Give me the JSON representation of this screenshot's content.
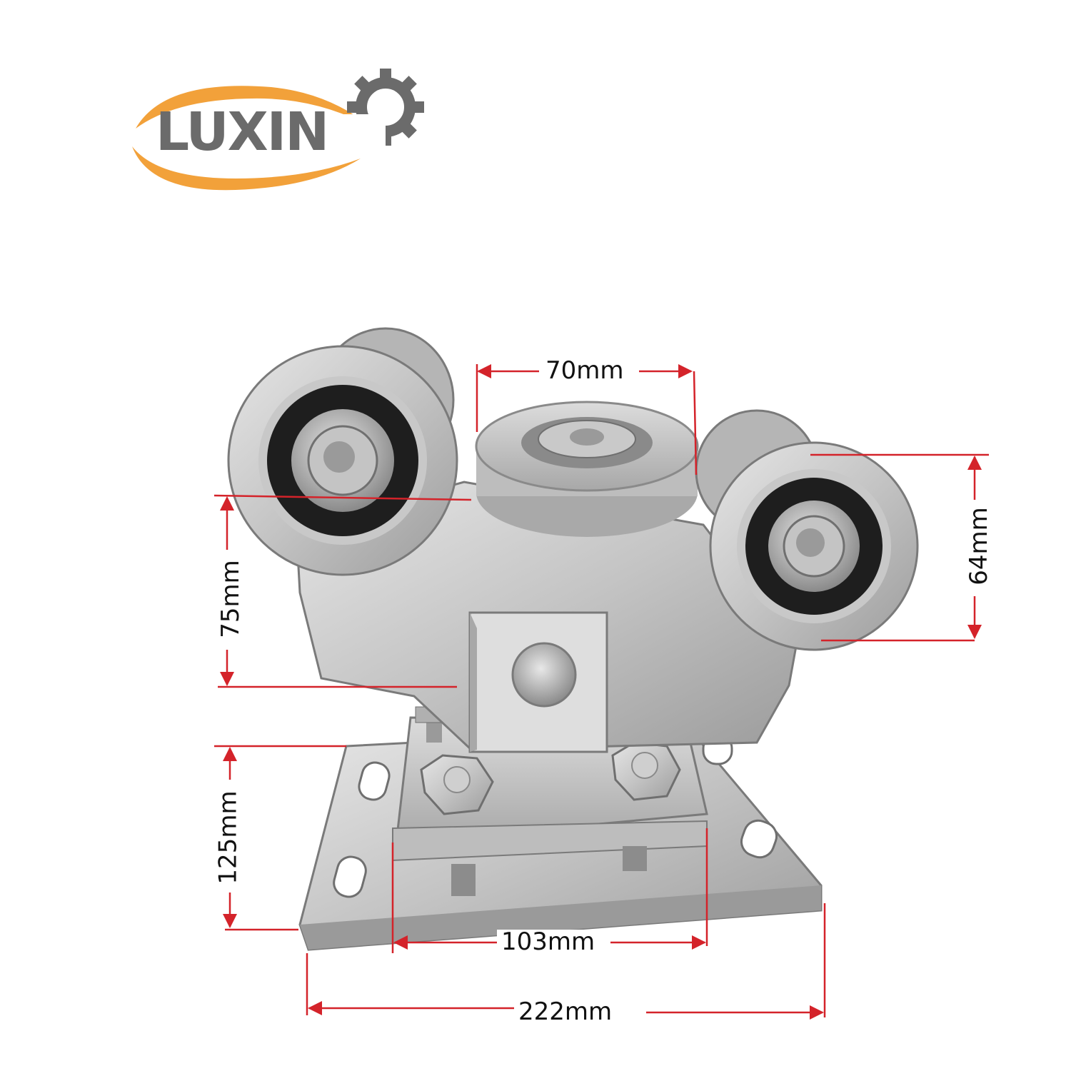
{
  "brand": {
    "logo_text": "LUXIN",
    "colors": {
      "swoosh": "#f2a13a",
      "text": "#6b6b6b",
      "gear": "#6b6b6b"
    }
  },
  "dimensions": {
    "wheel_spacing": "70mm",
    "wheel_diameter": "64mm",
    "body_height": "75mm",
    "plate_height": "125mm",
    "bracket_width": "103mm",
    "plate_width": "222mm"
  },
  "colors": {
    "dimension_line": "#d4232a",
    "metal_light": "#d8d8d8",
    "metal_mid": "#b9b9b9",
    "metal_dark": "#8f8f8f",
    "bearing_black": "#1e1e1e"
  }
}
